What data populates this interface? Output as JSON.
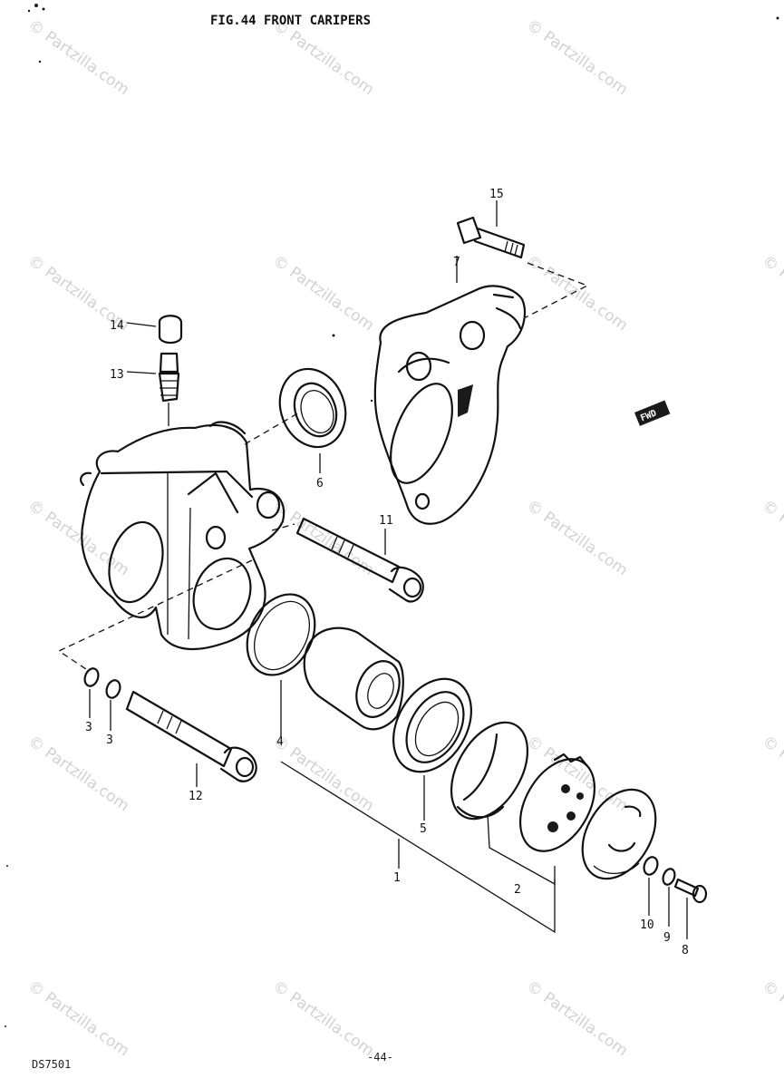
{
  "title": "FIG.44  FRONT CARIPERS",
  "footer": {
    "left": "DS7501",
    "center": "-44-"
  },
  "watermark": "© Partzilla.com",
  "arrow_badge": "FWD",
  "callouts": [
    {
      "id": "c15",
      "text": "15"
    },
    {
      "id": "c7",
      "text": "7"
    },
    {
      "id": "c14",
      "text": "14"
    },
    {
      "id": "c13",
      "text": "13"
    },
    {
      "id": "c6",
      "text": "6"
    },
    {
      "id": "c11",
      "text": "11"
    },
    {
      "id": "c3a",
      "text": "3"
    },
    {
      "id": "c3b",
      "text": "3"
    },
    {
      "id": "c4",
      "text": "4"
    },
    {
      "id": "c12",
      "text": "12"
    },
    {
      "id": "c5",
      "text": "5"
    },
    {
      "id": "c1",
      "text": "1"
    },
    {
      "id": "c2",
      "text": "2"
    },
    {
      "id": "c10",
      "text": "10"
    },
    {
      "id": "c9",
      "text": "9"
    },
    {
      "id": "c8",
      "text": "8"
    }
  ]
}
